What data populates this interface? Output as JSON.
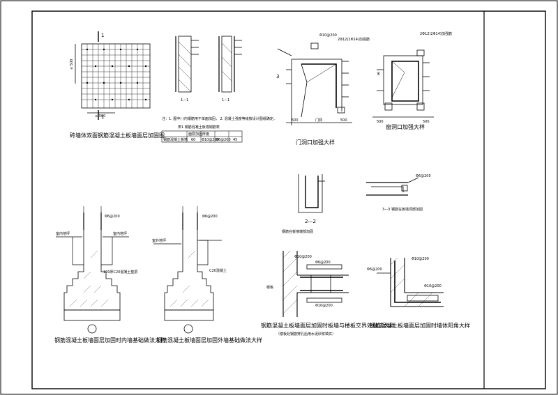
{
  "drawing": {
    "colors": {
      "line": "#000000",
      "paper": "#ffffff"
    },
    "details": [
      {
        "id": "grid-plan",
        "caption": "砖墙体双面钢筋混凝土板墙面层加固图",
        "section_mark": "1",
        "dim_vertical": "≤ 500",
        "dim_horizontal": "≤ 500"
      },
      {
        "id": "wall-sections",
        "section_labels": [
          "1—1",
          "1—1"
        ],
        "note": "注：1. 图中( )内钢筋用于单面加固，  2. 混凝土强度等级按设计图纸确定。",
        "table": {
          "title": "表1  钢筋混凝土板墙钢筋表",
          "headers": [
            "面层加固厚度",
            "竖向钢筋",
            "水平钢筋",
            "拉结筋",
            "面层厚度"
          ],
          "row_label": "钢筋混凝土板墙",
          "values": [
            "60",
            "Φ10@200",
            "Φ6@200",
            "45"
          ]
        }
      },
      {
        "id": "door-opening",
        "caption": "门洞口加强大样",
        "rebar_top": "Φ10@200",
        "rebar_label": "2Φ12(2Φ14)加强筋",
        "dims": [
          "500",
          "门洞",
          "500"
        ],
        "section_mark": "3"
      },
      {
        "id": "window-opening",
        "caption": "窗洞口加强大样",
        "rebar_top": "2Φ12(2Φ14)加强筋",
        "dims": [
          "500",
          "500"
        ],
        "section_mark": "3"
      },
      {
        "id": "section-2-2",
        "caption": "钢筋在板墙端部加固",
        "label": "2—2"
      },
      {
        "id": "section-3-3",
        "caption": "3—3  钢筋在板墙顶部加固",
        "rebar": "Φ6@200"
      },
      {
        "id": "footing-interior",
        "caption": "钢筋混凝土板墙面层加固时内墙基础做法大样",
        "labels": [
          "室内地坪",
          "室内地坪",
          "Φ6@200",
          "100厚C20混凝土垫层"
        ]
      },
      {
        "id": "footing-exterior",
        "caption": "钢筋混凝土板墙面层加固外墙基础做法大样",
        "labels": [
          "Φ6@200",
          "室外地坪",
          "C20混凝土"
        ]
      },
      {
        "id": "floor-junction",
        "caption": "钢筋混凝土板墙面层加固时板墙与楼板交界处做法大样",
        "sub_caption": "（楼板处钢筋穿孔后用水泥砂浆填实）",
        "labels": [
          "Φ10@200",
          "Φ6@200",
          "楼板",
          "Φ10@200"
        ]
      },
      {
        "id": "corner-wall",
        "caption": "钢筋混凝土板墙面层加固时墙体阳角大样",
        "labels": [
          "Φ10@200",
          "Φ6@200",
          "Φ10@200"
        ]
      }
    ]
  }
}
